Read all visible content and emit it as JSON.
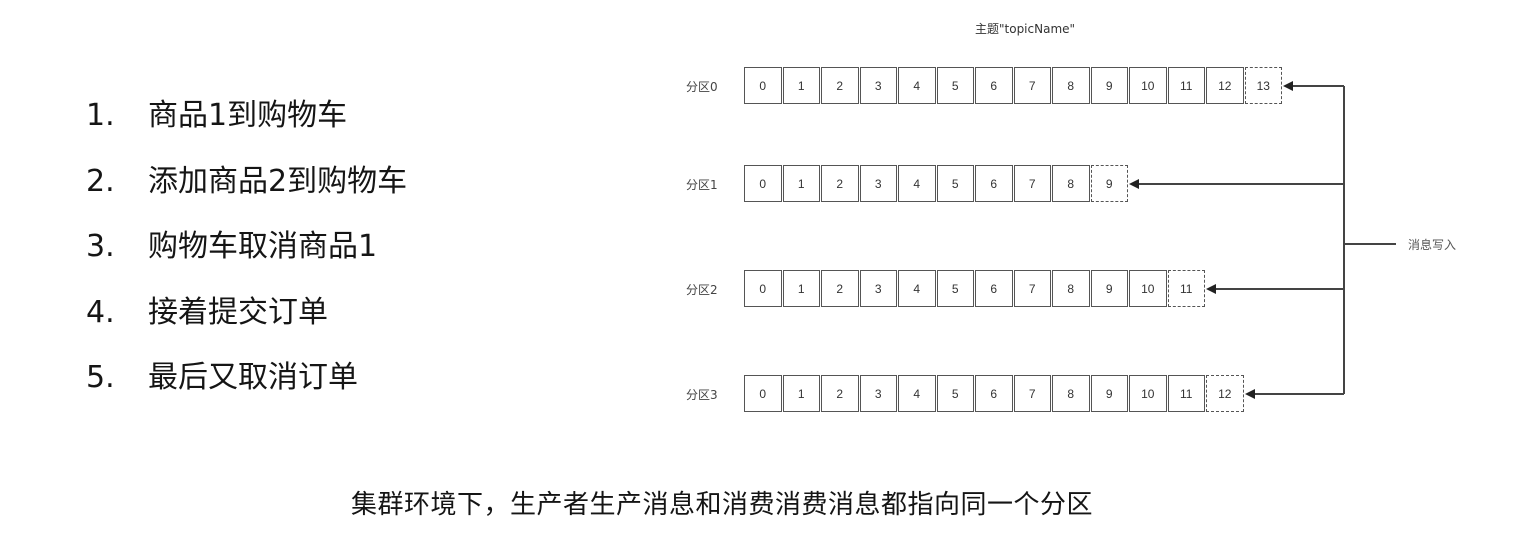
{
  "steps": [
    {
      "num": "1.",
      "text": "商品1到购物车"
    },
    {
      "num": "2.",
      "text": "添加商品2到购物车"
    },
    {
      "num": "3.",
      "text": "购物车取消商品1"
    },
    {
      "num": "4.",
      "text": "接着提交订单"
    },
    {
      "num": "5.",
      "text": "最后又取消订单"
    }
  ],
  "diagram": {
    "topic_title": "主题\"topicName\"",
    "write_label": "消息写入",
    "partitions": [
      {
        "label": "分区0",
        "offsets": [
          "0",
          "1",
          "2",
          "3",
          "4",
          "5",
          "6",
          "7",
          "8",
          "9",
          "10",
          "11",
          "12"
        ],
        "next_offset": "13"
      },
      {
        "label": "分区1",
        "offsets": [
          "0",
          "1",
          "2",
          "3",
          "4",
          "5",
          "6",
          "7",
          "8"
        ],
        "next_offset": "9"
      },
      {
        "label": "分区2",
        "offsets": [
          "0",
          "1",
          "2",
          "3",
          "4",
          "5",
          "6",
          "7",
          "8",
          "9",
          "10"
        ],
        "next_offset": "11"
      },
      {
        "label": "分区3",
        "offsets": [
          "0",
          "1",
          "2",
          "3",
          "4",
          "5",
          "6",
          "7",
          "8",
          "9",
          "10",
          "11"
        ],
        "next_offset": "12"
      }
    ]
  },
  "caption": "集群环境下，生产者生产消息和消费消费消息都指向同一个分区"
}
